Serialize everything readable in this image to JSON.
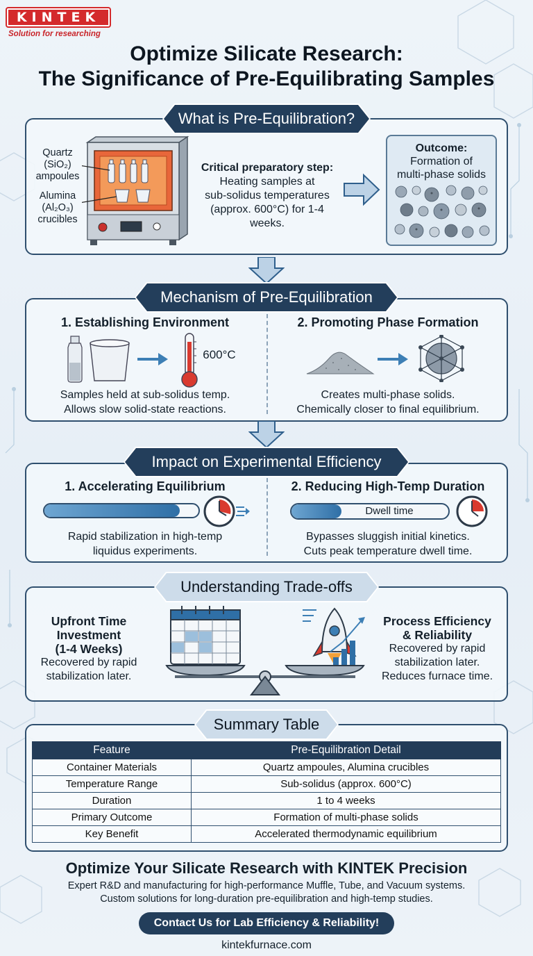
{
  "brand": {
    "logo_text": "KINTEK",
    "tagline": "Solution for researching",
    "website": "kintekfurnace.com"
  },
  "title": {
    "line1": "Optimize Silicate Research:",
    "line2": "The Significance of Pre-Equilibrating Samples"
  },
  "section1": {
    "banner": "What is Pre-Equilibration?",
    "labels": {
      "quartz_1": "Quartz",
      "quartz_2": "(SiO₂)",
      "quartz_3": "ampoules",
      "alumina_1": "Alumina",
      "alumina_2": "(Al₂O₃)",
      "alumina_3": "crucibles"
    },
    "step_heading": "Critical preparatory step:",
    "step_lines": [
      "Heating samples at",
      "sub-solidus temperatures",
      "(approx. 600°C) for 1-4",
      "weeks."
    ],
    "outcome_heading": "Outcome:",
    "outcome_lines": [
      "Formation of",
      "multi-phase solids"
    ]
  },
  "section2": {
    "banner": "Mechanism of Pre-Equilibration",
    "left_heading": "1. Establishing Environment",
    "temp_label": "600°C",
    "left_lines": [
      "Samples held at sub-solidus temp.",
      "Allows slow solid-state reactions."
    ],
    "right_heading": "2. Promoting Phase Formation",
    "right_lines": [
      "Creates multi-phase solids.",
      "Chemically closer to final equilibrium."
    ]
  },
  "section3": {
    "banner": "Impact on Experimental Efficiency",
    "left_heading": "1. Accelerating Equilibrium",
    "left_lines": [
      "Rapid stabilization in high-temp",
      "liquidus experiments."
    ],
    "right_heading": "2. Reducing High-Temp Duration",
    "dwell_label": "Dwell time",
    "right_lines": [
      "Bypasses sluggish initial kinetics.",
      "Cuts peak temperature dwell time."
    ]
  },
  "section4": {
    "banner": "Understanding Trade-offs",
    "left_heading_lines": [
      "Upfront Time",
      "Investment",
      "(1-4 Weeks)"
    ],
    "left_lines": [
      "Recovered by rapid",
      "stabilization later."
    ],
    "right_heading_lines": [
      "Process Efficiency",
      "& Reliability"
    ],
    "right_lines": [
      "Recovered by rapid",
      "stabilization later.",
      "Reduces furnace time."
    ]
  },
  "section5": {
    "banner": "Summary Table",
    "columns": [
      "Feature",
      "Pre-Equilibration Detail"
    ],
    "rows": [
      [
        "Container Materials",
        "Quartz ampoules, Alumina crucibles"
      ],
      [
        "Temperature Range",
        "Sub-solidus (approx. 600°C)"
      ],
      [
        "Duration",
        "1 to 4 weeks"
      ],
      [
        "Primary Outcome",
        "Formation of multi-phase solids"
      ],
      [
        "Key Benefit",
        "Accelerated thermodynamic equilibrium"
      ]
    ]
  },
  "footer": {
    "heading": "Optimize Your Silicate Research with KINTEK Precision",
    "lines": [
      "Expert R&D and manufacturing for high-performance Muffle, Tube, and Vacuum systems.",
      "Custom solutions for long-duration pre-equilibration and high-temp studies."
    ],
    "cta": "Contact Us for Lab Efficiency & Reliability!"
  },
  "colors": {
    "navy": "#233e5b",
    "panel_border": "#2f4f6e",
    "brand_red": "#d42a2c",
    "heat_orange": "#e8663a",
    "accent_blue": "#3d7fb5"
  }
}
